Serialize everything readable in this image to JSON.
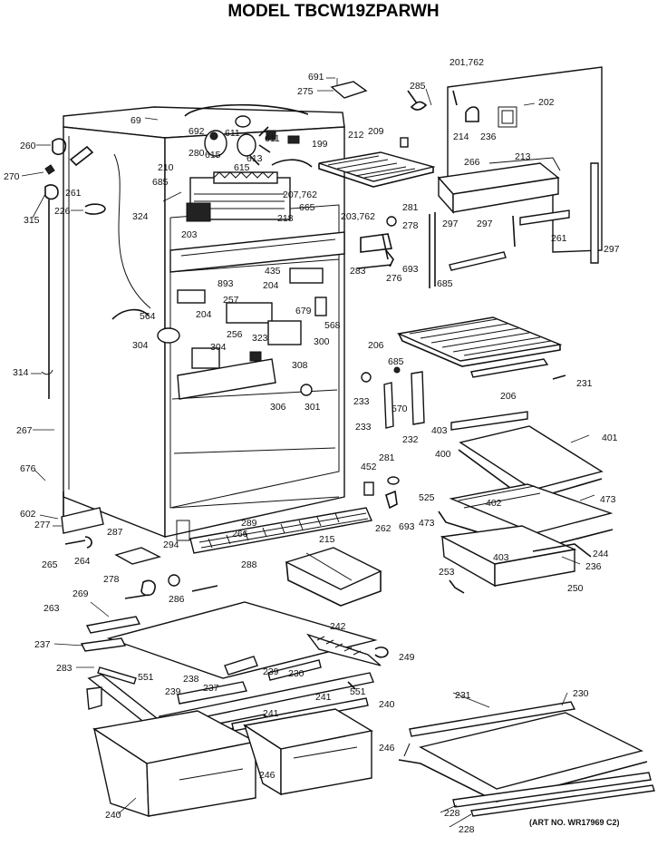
{
  "title": "MODEL TBCW19ZPARWH",
  "art_number": "(ART NO. WR17969 C2)",
  "part_labels": [
    "691",
    "275",
    "285",
    "201,762",
    "202",
    "69",
    "692",
    "611",
    "611",
    "199",
    "260",
    "280",
    "209",
    "214",
    "236",
    "270",
    "261",
    "210",
    "615",
    "613",
    "615",
    "212",
    "266",
    "213",
    "685",
    "207,762",
    "324",
    "226",
    "315",
    "665",
    "218",
    "281",
    "203,762",
    "278",
    "297",
    "297",
    "261",
    "297",
    "203",
    "283",
    "693",
    "435",
    "276",
    "685",
    "893",
    "204",
    "204",
    "257",
    "564",
    "679",
    "256",
    "568",
    "304",
    "323",
    "300",
    "206",
    "304",
    "308",
    "685",
    "231",
    "314",
    "206",
    "233",
    "570",
    "306",
    "301",
    "232",
    "233",
    "403",
    "267",
    "401",
    "452",
    "400",
    "281",
    "676",
    "525",
    "402",
    "473",
    "602",
    "277",
    "262",
    "693",
    "473",
    "287",
    "289",
    "294",
    "266",
    "215",
    "244",
    "265",
    "264",
    "403",
    "236",
    "278",
    "288",
    "253",
    "250",
    "269",
    "286",
    "263",
    "242",
    "237",
    "249",
    "283",
    "551",
    "239",
    "238",
    "239",
    "230",
    "237",
    "241",
    "551",
    "240",
    "241",
    "231",
    "230",
    "246",
    "246",
    "240",
    "228",
    "228"
  ]
}
